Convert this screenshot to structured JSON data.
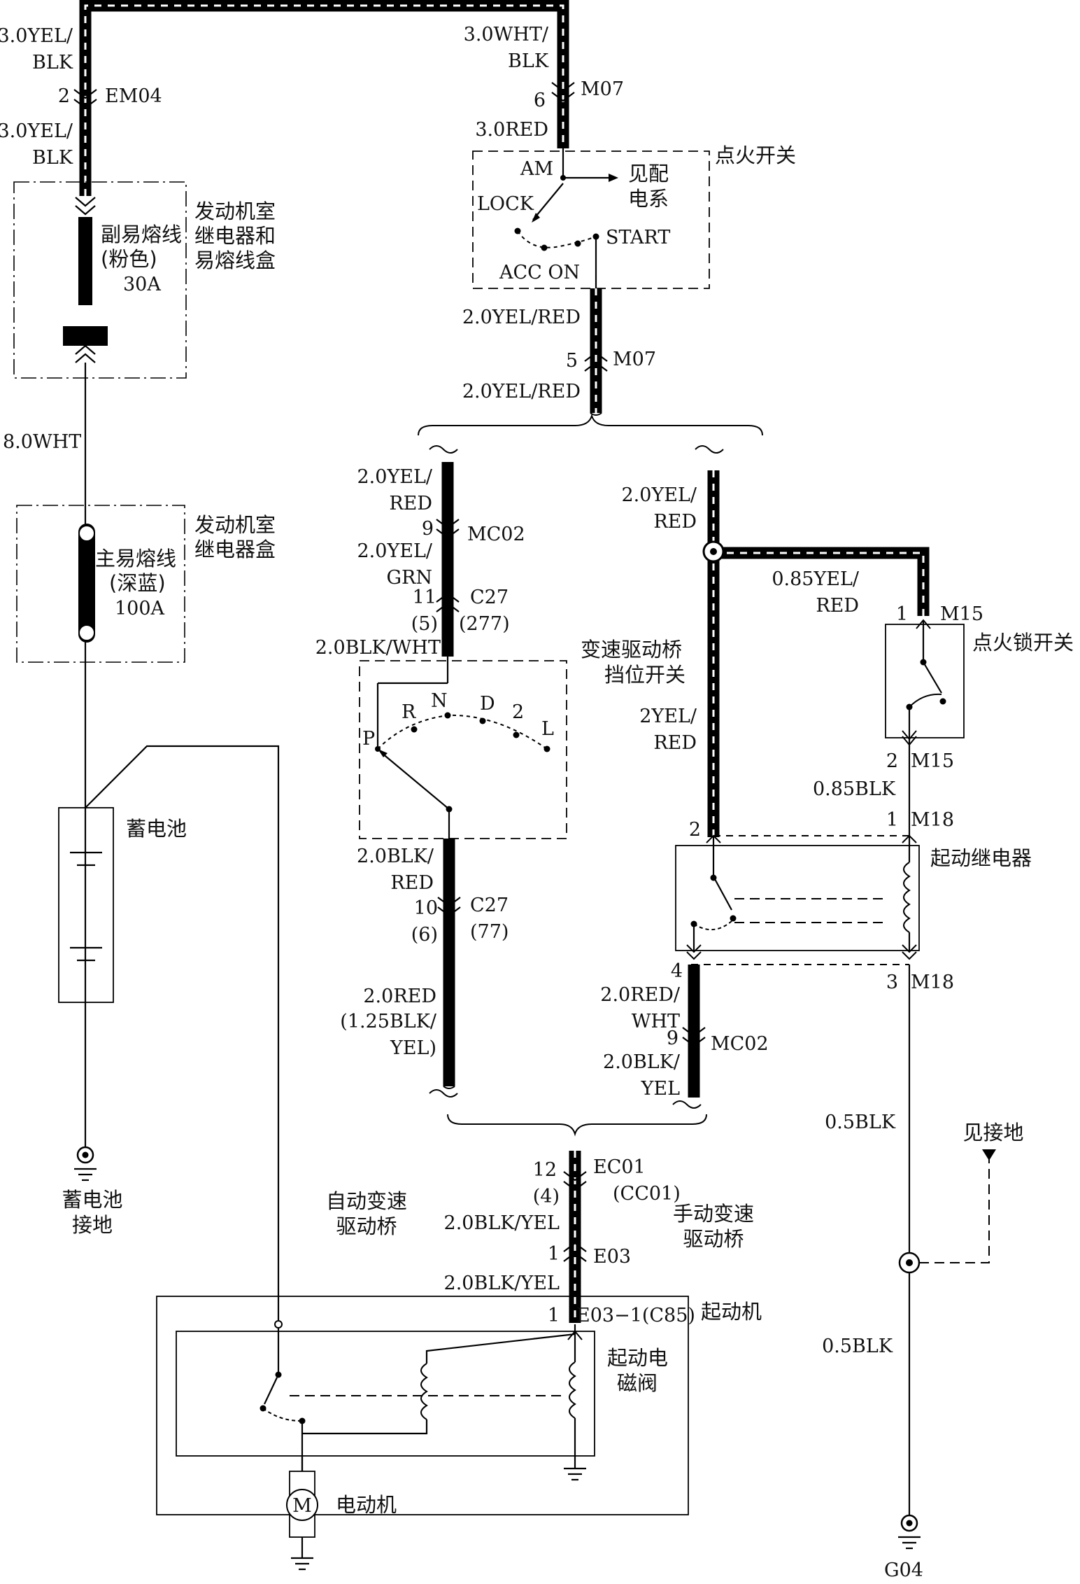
{
  "wires": {
    "w_top_left_1": "3.0YEL/",
    "w_top_left_2": "BLK",
    "w_em04_pin": "2",
    "w_em04": "EM04",
    "w_left_2_1": "3.0YEL/",
    "w_left_2_2": "BLK",
    "w_top_right_1": "3.0WHT/",
    "w_top_right_2": "BLK",
    "m07_pin_top": "6",
    "m07_top": "M07",
    "w_red": "3.0RED",
    "w_yelred_1": "2.0YEL/RED",
    "m07_pin_mid": "5",
    "m07_mid": "M07",
    "w_yelred_2": "2.0YEL/RED",
    "w_8wht": "8.0WHT",
    "l_yel_1": "2.0YEL/",
    "l_red_1": "RED",
    "mc02_pin_a": "9",
    "mc02_a": "MC02",
    "l_yel_2": "2.0YEL/",
    "l_grn": "GRN",
    "c27_pin_a": "11",
    "c27_a": "C27",
    "c27_pin_a2": "(5)",
    "c27_a2": "(277)",
    "l_blkwht": "2.0BLK/WHT",
    "l_blk_1": "2.0BLK/",
    "l_red_2": "RED",
    "c27_pin_b": "10",
    "c27_b": "C27",
    "c27_pin_b2": "(6)",
    "c27_b2": "(77)",
    "l_red_3": "2.0RED",
    "l_125": "(1.25BLK/",
    "l_yel_3": "YEL)",
    "r_yel_1": "2.0YEL/",
    "r_red_1": "RED",
    "r_085_1": "0.85YEL/",
    "r_085_2": "RED",
    "m15_pin_a": "1",
    "m15_a": "M15",
    "r_2yel": "2YEL/",
    "r_2red": "RED",
    "m15_pin_b": "2",
    "m15_b": "M15",
    "r_085blk": "0.85BLK",
    "m18_pin_a": "1",
    "m18_a": "M18",
    "relay_pin_2": "2",
    "relay_pin_4": "4",
    "m18_pin_b": "3",
    "m18_b": "M18",
    "r_redwht_1": "2.0RED/",
    "r_redwht_2": "WHT",
    "mc02_pin_b": "9",
    "mc02_b": "MC02",
    "r_blkyel_1": "2.0BLK/",
    "r_blkyel_2": "YEL",
    "r_05blk_1": "0.5BLK",
    "r_05blk_2": "0.5BLK",
    "ec01_pin": "12",
    "ec01": "EC01",
    "cc01_pin": "(4)",
    "cc01": "(CC01)",
    "b_blkyel_1": "2.0BLK/YEL",
    "e03_pin": "1",
    "e03": "E03",
    "b_blkyel_2": "2.0BLK/YEL",
    "e031_pin": "1",
    "e031": "E03−1(C85)",
    "g04": "G04"
  },
  "switch": {
    "am": "AM",
    "lock": "LOCK",
    "start": "START",
    "acc_on": "ACC  ON",
    "r": "R",
    "n": "N",
    "d": "D",
    "two": "2",
    "l": "L",
    "p": "P"
  },
  "fuses": {
    "sub_fuse_1": "副易熔线",
    "sub_fuse_2": "(粉色)",
    "sub_fuse_3": "30A",
    "main_fuse_1": "主易熔线",
    "main_fuse_2": "(深蓝)",
    "main_fuse_3": "100A"
  },
  "components": {
    "relay_box_1": "发动机室",
    "relay_box_2": "继电器和",
    "relay_box_3": "易熔线盒",
    "relay_box2_1": "发动机室",
    "relay_box2_2": "继电器盒",
    "ign_switch": "点火开关",
    "see_power_1": "见配",
    "see_power_2": "电系",
    "battery": "蓄电池",
    "battery_gnd_1": "蓄电池",
    "battery_gnd_2": "接地",
    "trans_sw_1": "变速驱动桥",
    "trans_sw_2": "挡位开关",
    "ign_lock_sw": "点火锁开关",
    "start_relay": "起动继电器",
    "see_ground": "见接地",
    "auto_trans_1": "自动变速",
    "auto_trans_2": "驱动桥",
    "man_trans_1": "手动变速",
    "man_trans_2": "驱动桥",
    "starter": "起动机",
    "solenoid_1": "起动电",
    "solenoid_2": "磁阀",
    "motor": "电动机",
    "motor_symbol": "M"
  }
}
